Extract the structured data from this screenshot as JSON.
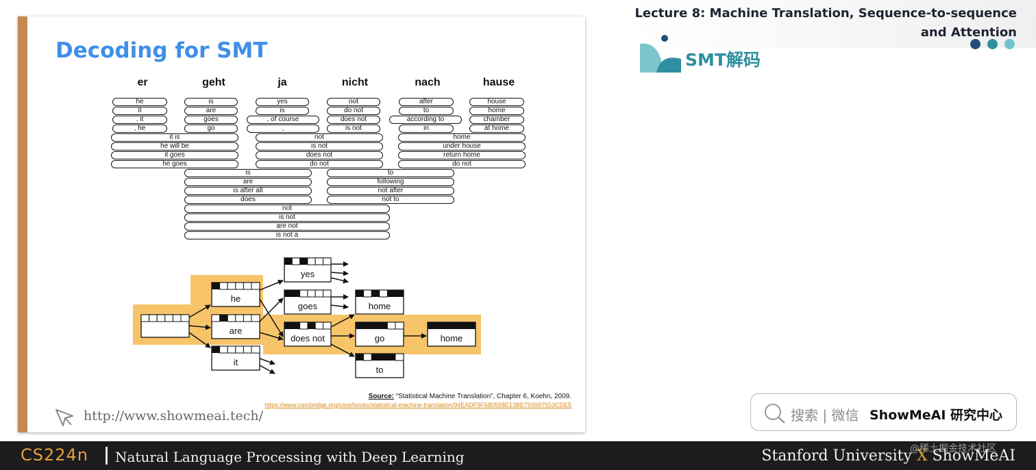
{
  "lecture": {
    "title_line1": "Lecture 8: Machine Translation, Sequence-to-sequence",
    "title_line2": "and Attention",
    "section_title": "SMT解码",
    "dot_colors": [
      "#1f4e79",
      "#2f8fa0",
      "#6fc3cf"
    ]
  },
  "slide": {
    "title": "Decoding for SMT",
    "source_label": "Source:",
    "source_text": " “Statistical Machine Translation”, Chapter 6, Koehn, 2009.",
    "source_url": "https://www.cambridge.org/core/books/statistical-machine-translation/94EADF9F680558E13BE759997553CDE5",
    "watermark_url": "http://www.showmeai.tech/",
    "german_words": [
      "er",
      "geht",
      "ja",
      "nicht",
      "nach",
      "hause"
    ],
    "phrase_rows": [
      [
        "he",
        "is",
        "yes",
        "not",
        "after",
        "house"
      ],
      [
        "it",
        "are",
        "is",
        "do not",
        "to",
        "home"
      ],
      [
        ", it",
        "goes",
        ", of course",
        "does not",
        "according to",
        "chamber"
      ],
      [
        ", he",
        "go",
        ",",
        "is not",
        "in",
        "at home"
      ]
    ],
    "phrases_er_geht": [
      "it is",
      "he will be",
      "it goes",
      "he goes"
    ],
    "phrases_ja_nicht": [
      "not",
      "is not",
      "does not",
      "do not"
    ],
    "phrases_nach_hause": [
      "home",
      "under house",
      "return home",
      "do not"
    ],
    "phrases_geht_ja": [
      "is",
      "are",
      "is after all",
      "does"
    ],
    "phrases_nicht_nach": [
      "to",
      "following",
      "not after",
      "not to"
    ],
    "phrases_geht_nicht": [
      "not",
      "is not",
      "are not",
      "is not a"
    ],
    "lattice_nodes": [
      "he",
      "are",
      "it",
      "yes",
      "goes",
      "does not",
      "home",
      "go",
      "to",
      "home"
    ],
    "highlight_color": "#f7c46a"
  },
  "search": {
    "hint": "搜索 | 微信",
    "brand": "ShowMeAI 研究中心"
  },
  "footer": {
    "course_code": "CS224n",
    "course_name": "Natural Language Processing with Deep Learning",
    "university": "Stanford University",
    "x_mark": "X",
    "partner": "ShowMeAI",
    "juejin_watermark": "@稀土掘金技术社区"
  }
}
